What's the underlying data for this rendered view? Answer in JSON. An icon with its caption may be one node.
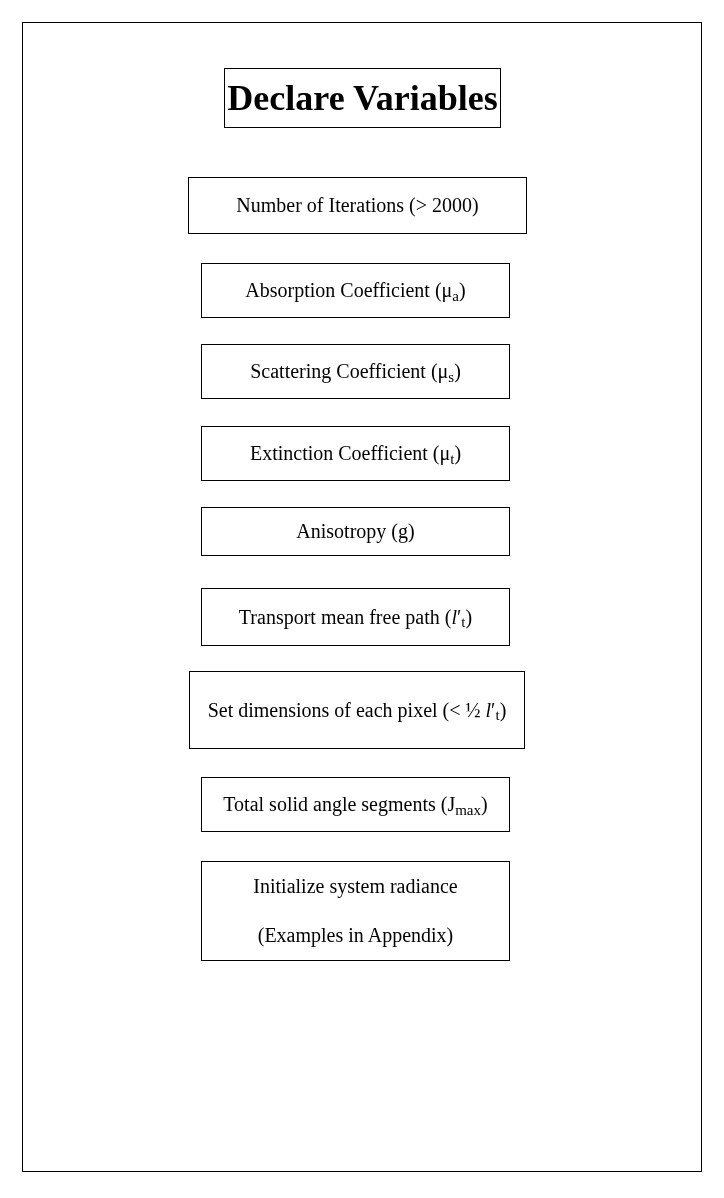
{
  "diagram": {
    "nodes": [
      {
        "text": [],
        "shape": "box"
      },
      {
        "text": [
          "Declare Variables"
        ],
        "in": 0
      },
      {
        "text": [
          "Number of Iterations (> 2000)"
        ],
        "in": 0
      },
      {
        "text": [
          "Absorption Coefficient (μ$_{a}$)"
        ],
        "in": 0
      },
      {
        "text": [
          "Scattering Coefficient (μ$_{s}$)"
        ],
        "in": 0
      },
      {
        "text": [
          "Extinction Coefficient (μ$_{t}$)"
        ],
        "in": 0
      },
      {
        "text": [
          "Anisotropy (g)"
        ],
        "in": 0
      },
      {
        "text": [
          "Transport mean free path (*l*′$_{t}$)"
        ],
        "in": 0
      },
      {
        "text": [
          "Set dimensions of each pixel (< ½ *l*′$_{t}$)"
        ],
        "in": 0
      },
      {
        "text": [
          "Total solid angle segments (J$_{max}$)"
        ],
        "in": 0
      },
      {
        "text": [
          "Initialize system radiance",
          "(Examples in Appendix)"
        ],
        "in": 0
      }
    ]
  }
}
